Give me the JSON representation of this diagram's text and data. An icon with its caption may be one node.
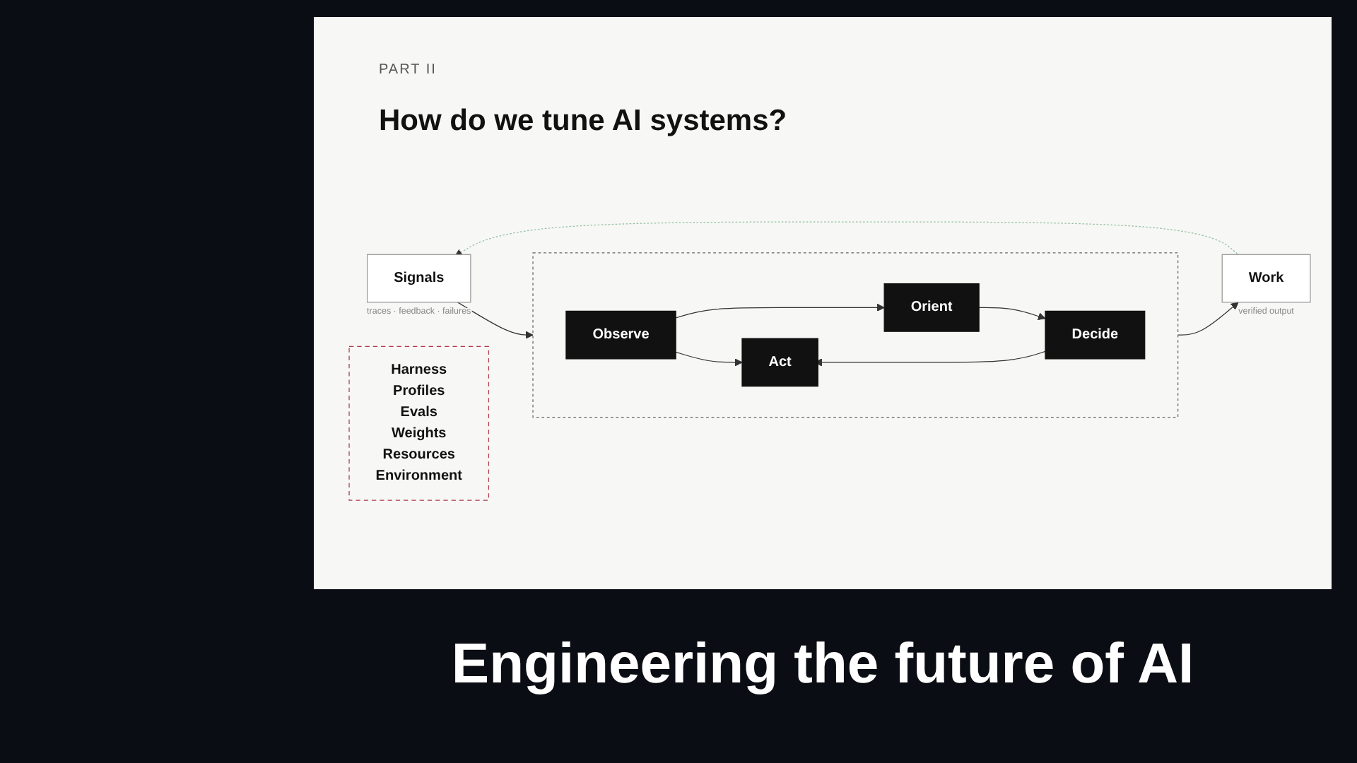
{
  "diagram": {
    "title": "How do we tune AI systems?",
    "nodes": [
      {
        "text": [
          "Signals"
        ],
        "beside": [
          "traces · feedback · failures"
        ]
      },
      {
        "text": [],
        "shape": "box"
      },
      {
        "text": [
          "Observe"
        ],
        "in": 1
      },
      {
        "text": [
          "Orient"
        ],
        "in": 1
      },
      {
        "text": [
          "Act"
        ],
        "in": 1
      },
      {
        "text": [
          "Decide"
        ],
        "in": 1
      },
      {
        "text": [
          "Work"
        ],
        "beside": [
          "verified output"
        ]
      },
      {
        "text": [
          "Harness",
          "Profiles",
          "Evals",
          "Weights",
          "Resources",
          "Environment"
        ]
      }
    ],
    "edges": [
      {
        "from": 0,
        "to": 1,
        "arrow": "to"
      },
      {
        "from": 2,
        "to": 3,
        "arrow": "to"
      },
      {
        "from": 2,
        "to": 4,
        "arrow": "to"
      },
      {
        "from": 3,
        "to": 5,
        "arrow": "to"
      },
      {
        "from": 5,
        "to": 4,
        "arrow": "to"
      },
      {
        "from": 1,
        "to": 6,
        "arrow": "to"
      },
      {
        "from": 6,
        "to": 0,
        "arrow": "to",
        "style": "dashed",
        "color": "#8fbf9f"
      }
    ],
    "labels": [
      "PART II",
      "Engineering the future of AI"
    ]
  }
}
